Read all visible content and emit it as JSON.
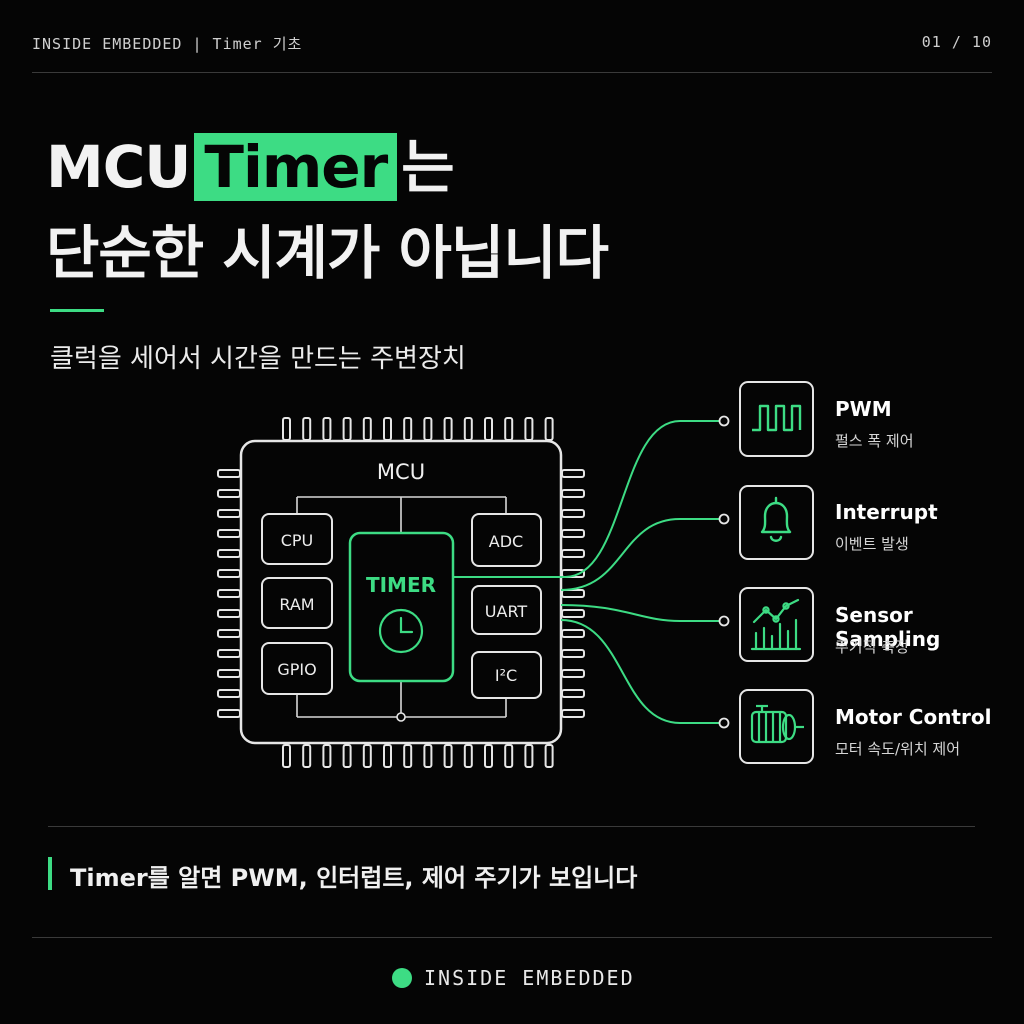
{
  "header": {
    "left": "INSIDE EMBEDDED | Timer 기초",
    "page": "01 / 10"
  },
  "title": {
    "prefix": "MCU",
    "highlight": "Timer",
    "suffix": "는",
    "line2": "단순한 시계가 아닙니다"
  },
  "subtitle": "클럭을 세어서 시간을 만드는 주변장치",
  "chip": {
    "label": "MCU",
    "timer_label": "TIMER",
    "left_blocks": [
      "CPU",
      "RAM",
      "GPIO"
    ],
    "right_blocks": [
      "ADC",
      "UART",
      "I²C"
    ]
  },
  "outputs": [
    {
      "icon": "pwm-wave-icon",
      "title": "PWM",
      "desc": "펄스 폭 제어"
    },
    {
      "icon": "bell-icon",
      "title": "Interrupt",
      "desc": "이벤트 발생"
    },
    {
      "icon": "sensor-chart-icon",
      "title": "Sensor Sampling",
      "desc": "주기적 측정"
    },
    {
      "icon": "motor-icon",
      "title": "Motor Control",
      "desc": "모터 속도/위치 제어"
    }
  ],
  "takeaway": "Timer를 알면 PWM, 인터럽트, 제어 주기가 보입니다",
  "footer": "INSIDE EMBEDDED",
  "colors": {
    "accent": "#3ddc84",
    "background": "#050505",
    "line": "#e6e6e6"
  }
}
